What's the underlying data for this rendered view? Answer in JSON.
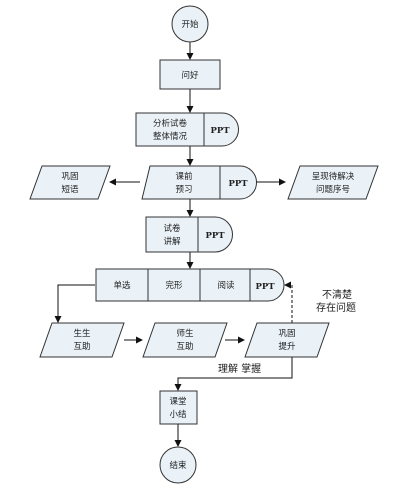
{
  "nodes": {
    "start": "开始",
    "greet": "问好",
    "analyze_line1": "分析试卷",
    "analyze_line2": "整体情况",
    "preview_line1": "课前",
    "preview_line2": "预习",
    "phrases_line1": "巩固",
    "phrases_line2": "短语",
    "issues_line1": "呈现待解决",
    "issues_line2": "问题序号",
    "explain_line1": "试卷",
    "explain_line2": "讲解",
    "section_single": "单选",
    "section_cloze": "完形",
    "section_reading": "阅读",
    "peer_line1": "生生",
    "peer_line2": "互助",
    "teacher_line1": "师生",
    "teacher_line2": "互助",
    "consolidate_line1": "巩固",
    "consolidate_line2": "提升",
    "summary_line1": "课堂",
    "summary_line2": "小结",
    "end": "结束"
  },
  "ppt_label": "PPT",
  "edges": {
    "unclear_line1": "不清楚",
    "unclear_line2": "存在问题",
    "mastered": "理解  掌握"
  },
  "colors": {
    "fill": "#eaf2f8",
    "stroke": "#333333"
  }
}
